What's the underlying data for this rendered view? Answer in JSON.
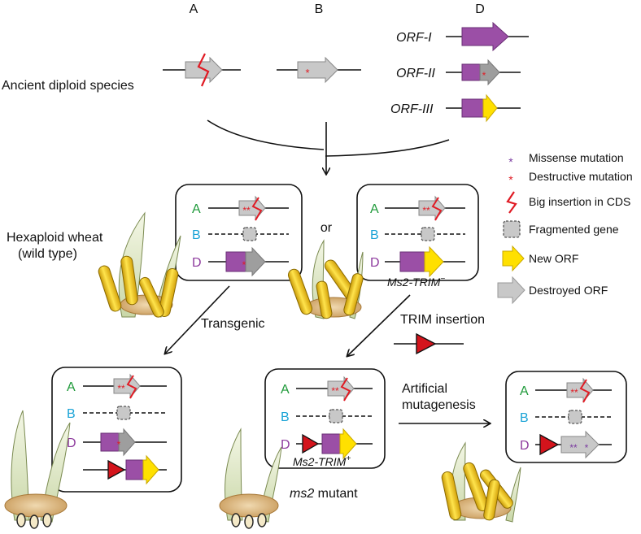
{
  "colors": {
    "purple": "#9b4fa6",
    "yellow": "#ffe000",
    "gray": "#c8c8c8",
    "red": "#e01b24",
    "genome_A": "#1f9a3a",
    "genome_B": "#1aa3d6",
    "genome_D": "#8e3b9e"
  },
  "column_headers": {
    "a": "A",
    "b": "B",
    "d": "D"
  },
  "left_labels": {
    "ancient": "Ancient diploid species",
    "wheat_line1": "Hexaploid wheat",
    "wheat_line2": "(wild type)"
  },
  "orf_labels": {
    "orf1": "ORF-I",
    "orf2": "ORF-II",
    "orf3": "ORF-III"
  },
  "or_label": "or",
  "arrows": {
    "transgenic": "Transgenic",
    "trim_insertion": "TRIM insertion",
    "artificial_line1": "Artificial",
    "artificial_line2": "mutagenesis"
  },
  "genome_labels": {
    "a": "A",
    "b": "B",
    "d": "D"
  },
  "box_captions": {
    "trim_minus": "Ms2-TRIM",
    "trim_plus": "Ms2-TRIM"
  },
  "caption_superscripts": {
    "minus": "−",
    "plus": "+"
  },
  "mutant_label": {
    "italic": "ms2",
    "rest": " mutant"
  },
  "marks": {
    "double": "**",
    "single": "*"
  },
  "legend": [
    {
      "icon": "missense-icon",
      "label": "Missense mutation"
    },
    {
      "icon": "destructive-icon",
      "label": "Destructive mutation"
    },
    {
      "icon": "insertion-icon",
      "label": "Big insertion in CDS"
    },
    {
      "icon": "fragment-icon",
      "label": "Fragmented gene"
    },
    {
      "icon": "new-orf-icon",
      "label": "New ORF"
    },
    {
      "icon": "destroyed-orf-icon",
      "label": "Destroyed ORF"
    }
  ]
}
